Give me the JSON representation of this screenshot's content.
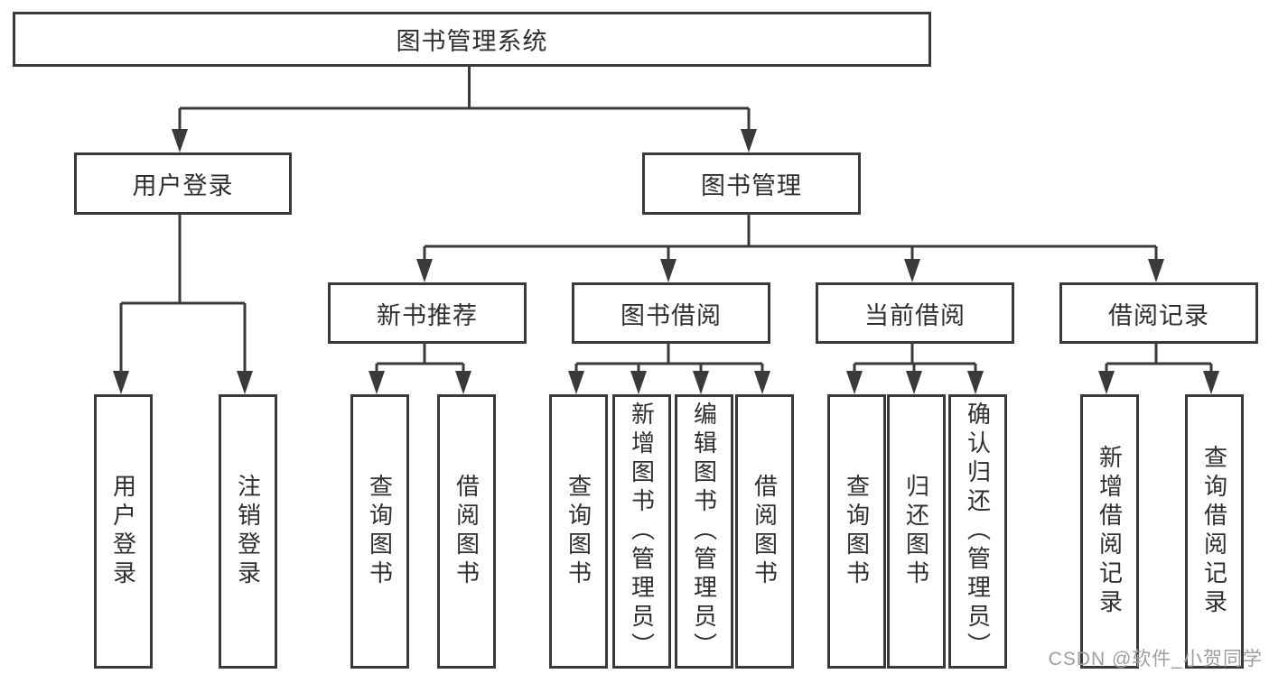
{
  "tree": {
    "root": "图书管理系统",
    "branches": [
      {
        "label": "用户登录",
        "children": [
          "用户登录",
          "注销登录"
        ]
      },
      {
        "label": "图书管理",
        "groups": [
          {
            "label": "新书推荐",
            "children": [
              "查询图书",
              "借阅图书"
            ]
          },
          {
            "label": "图书借阅",
            "children": [
              "查询图书",
              "新增图书（管理员）",
              "编辑图书（管理员）",
              "借阅图书"
            ]
          },
          {
            "label": "当前借阅",
            "children": [
              "查询图书",
              "归还图书",
              "确认归还（管理员）"
            ]
          },
          {
            "label": "借阅记录",
            "children": [
              "新增借阅记录",
              "查询借阅记录"
            ]
          }
        ]
      }
    ]
  },
  "watermark": "CSDN @软件_小贺同学",
  "colors": {
    "line": "#3a3a3a",
    "node_border": "#3a3a3a",
    "text": "#2f2f2f",
    "watermark": "#9e9e9e",
    "background": "#ffffff"
  }
}
